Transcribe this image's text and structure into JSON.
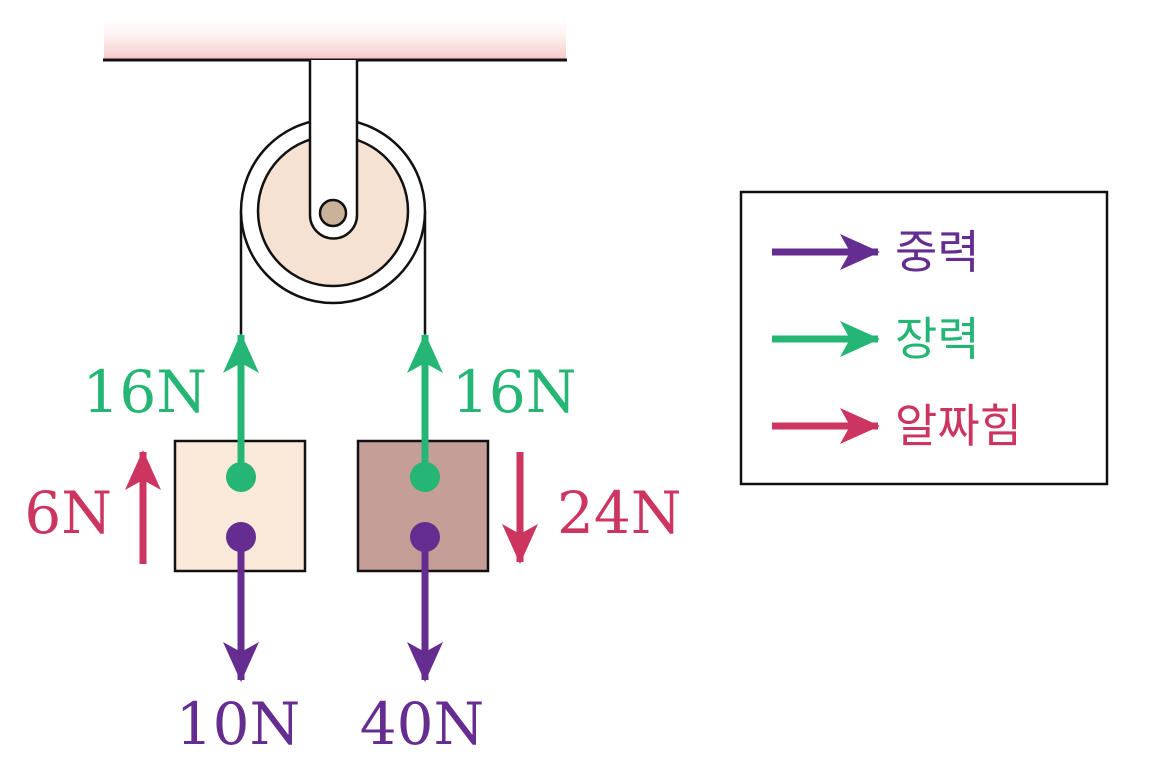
{
  "colors": {
    "gravity": "#662d91",
    "tension": "#25b574",
    "push": "#cb355f",
    "block_light": "#fbe9d9",
    "block_dark": "#c59e98",
    "pulley_inner": "#f5e2d2",
    "axle": "#c8b29a",
    "ceiling": "#f7c4c4"
  },
  "blocks": [
    {
      "name": "light-block",
      "tension_label": "16N",
      "gravity_label": "10N",
      "push_label": "6N",
      "push_direction": "up"
    },
    {
      "name": "heavy-block",
      "tension_label": "16N",
      "gravity_label": "40N",
      "push_label": "24N",
      "push_direction": "down"
    }
  ],
  "legend": {
    "items": [
      {
        "label": "중력",
        "kind": "gravity"
      },
      {
        "label": "장력",
        "kind": "tension"
      },
      {
        "label": "알짜힘",
        "kind": "push"
      }
    ]
  }
}
